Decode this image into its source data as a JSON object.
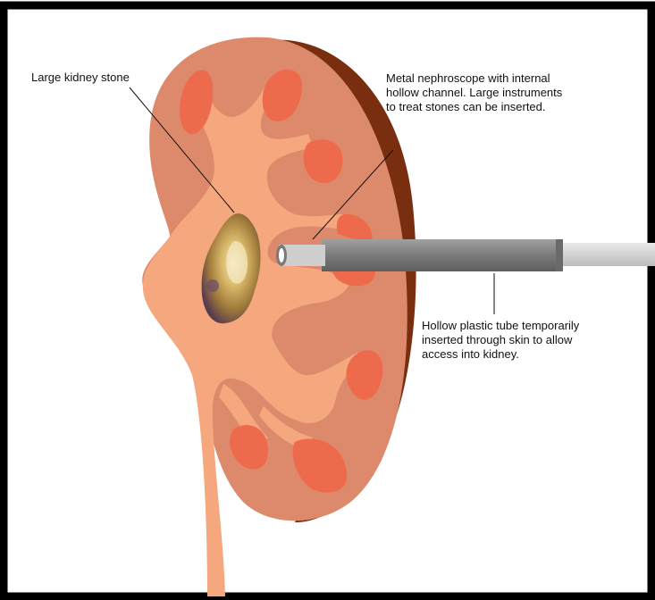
{
  "labels": {
    "kidney_stone": "Large kidney stone",
    "nephroscope": "Metal nephroscope with internal\nhollow channel. Large instruments\nto treat stones can be inserted.",
    "plastic_tube": "Hollow plastic tube temporarily\ninserted through skin to allow\naccess into kidney."
  },
  "colors": {
    "frame": "#000000",
    "kidney_cortex": "#dd8a6c",
    "kidney_capsule_shadow": "#7a2e10",
    "renal_pelvis": "#f5a77d",
    "calyces": "#ee6a4c",
    "nephroscope": "#838383",
    "plastic_tube": "#d6d6d6",
    "stone": "#c9a45c"
  }
}
